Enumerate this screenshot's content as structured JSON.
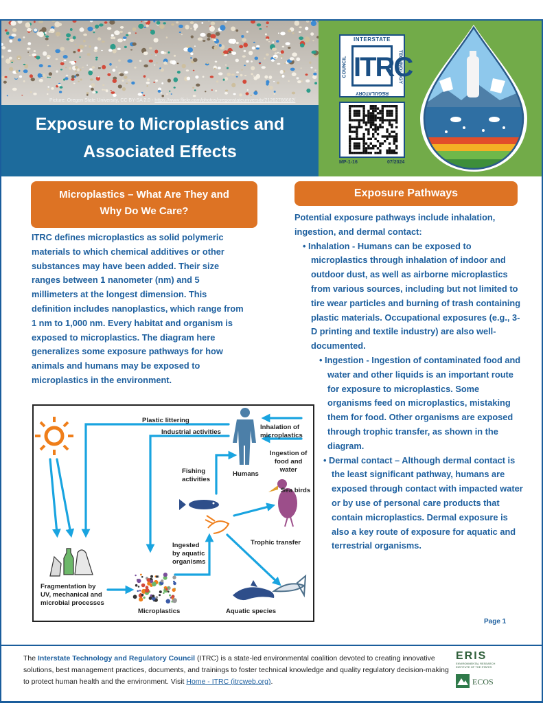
{
  "header": {
    "photo_credit_prefix": "Picture: Oregon State University, CC BY-SA 2.0 - ",
    "photo_credit_link": "https://www.flickr.com/photos/oregonstateuniversity/21262766662/",
    "title_line1": "Exposure to Microplastics and",
    "title_line2": "Associated Effects",
    "logo": {
      "word": "ITRC",
      "top": "INTERSTATE",
      "right": "TECHNOLOGY",
      "bottom": "REGULATORY",
      "left": "COUNCIL"
    },
    "doc_number": "MP-1-16",
    "doc_date": "07/2024"
  },
  "left_section": {
    "heading_line1": "Microplastics – What Are They and",
    "heading_line2": "Why Do We Care?",
    "body": "ITRC defines microplastics as solid polymeric materials to which chemical additives or other substances may have been added. Their size ranges between 1 nanometer (nm) and 5 millimeters at the longest dimension. This definition includes nanoplastics, which range from 1 nm to 1,000 nm. Every habitat and organism is exposed to microplastics. The diagram here generalizes some exposure pathways for how animals and humans may be exposed to microplastics in the environment."
  },
  "right_section": {
    "heading": "Exposure Pathways",
    "intro": "Potential exposure pathways include inhalation, ingestion, and dermal contact:",
    "bullets": [
      "• Inhalation - Humans can be exposed to microplastics through inhalation of indoor and outdoor dust, as well as airborne microplastics from various sources, including but not limited to tire wear particles and burning of trash containing plastic materials. Occupational exposures (e.g., 3-D printing and textile industry) are also well-documented.",
      "• Ingestion - Ingestion of contaminated food and water and other liquids is an important route for exposure to microplastics. Some organisms feed on microplastics, mistaking them for food. Other organisms are exposed through trophic transfer, as shown in the diagram.",
      "• Dermal contact – Although dermal contact is the least significant pathway, humans are exposed through contact with impacted water or by use of personal care products that contain microplastics. Dermal exposure is also a key route of exposure for aquatic and terrestrial organisms."
    ]
  },
  "diagram": {
    "plastic_littering": "Plastic littering",
    "industrial_activities": "Industrial activities",
    "inhalation_line1": "Inhalation of",
    "inhalation_line2": "microplastics",
    "ingestion_line1": "Ingestion of",
    "ingestion_line2": "food and",
    "ingestion_line3": "water",
    "humans": "Humans",
    "fishing_line1": "Fishing",
    "fishing_line2": "activities",
    "sea_birds": "Sea birds",
    "ingested_line1": "Ingested",
    "ingested_line2": "by aquatic",
    "ingested_line3": "organisms",
    "trophic_transfer": "Trophic transfer",
    "fragmentation_line1": "Fragmentation by",
    "fragmentation_line2": "UV, mechanical and",
    "fragmentation_line3": "microbial processes",
    "microplastics": "Microplastics",
    "aquatic_species": "Aquatic species"
  },
  "page_number": "Page 1",
  "footer": {
    "prefix": "The ",
    "org_name": "Interstate Technology and Regulatory Council",
    "text_after_name": " (ITRC) is a state-led environmental coalition devoted to creating innovative solutions, best management practices, documents, and trainings to foster technical knowledge and quality regulatory decision-making to protect human health and the environment.  Visit ",
    "link": "Home - ITRC (itrcweb.org)",
    "suffix": ".",
    "eris_word": "ERIS",
    "eris_sub": "ENVIRONMENTAL RESEARCH INSTITUTE OF THE STATES",
    "ecos_word": "ECOS"
  },
  "colors": {
    "brand_blue": "#1d6b9c",
    "text_blue": "#1d5f9e",
    "orange": "#dd7324",
    "green": "#72ab49",
    "arrow_blue": "#19a4e0"
  },
  "icons": [
    "sun-icon",
    "human-icon",
    "fish-icon",
    "bird-icon",
    "shrimp-icon",
    "dolphin-icon",
    "bottle-icon",
    "qr-code-icon",
    "water-drop-icon"
  ]
}
